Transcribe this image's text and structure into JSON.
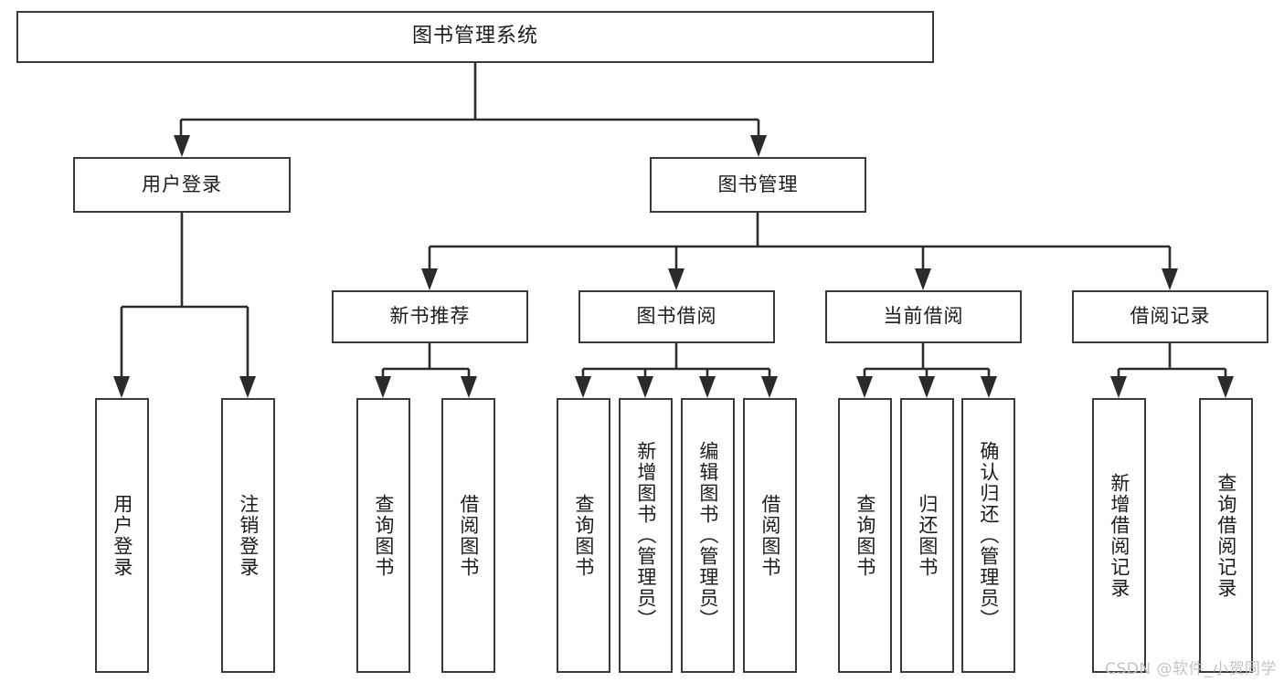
{
  "diagram": {
    "type": "tree-hierarchy",
    "title": "图书管理系统",
    "watermark": "CSDN @软件_小贺同学",
    "colors": {
      "background": "#ffffff",
      "border": "#3a3a3a",
      "text": "#1b1b1b",
      "wire": "#2b2b2b",
      "watermark": "#c3c3c3"
    },
    "nodes": {
      "root": {
        "label": "图书管理系统",
        "level": 1
      },
      "l2": [
        {
          "id": "user-login",
          "label": "用户登录",
          "level": 2
        },
        {
          "id": "book-manage",
          "label": "图书管理",
          "level": 2
        }
      ],
      "l3": [
        {
          "id": "new-book-recommend",
          "label": "新书推荐",
          "level": 3
        },
        {
          "id": "book-borrow",
          "label": "图书借阅",
          "level": 3
        },
        {
          "id": "current-borrow",
          "label": "当前借阅",
          "level": 3
        },
        {
          "id": "borrow-record",
          "label": "借阅记录",
          "level": 3
        }
      ],
      "leaves": {
        "user-login": [
          {
            "id": "leaf-user-login",
            "label": "用户登录"
          },
          {
            "id": "leaf-user-logout",
            "label": "注销登录"
          }
        ],
        "new-book-recommend": [
          {
            "id": "leaf-query-book-1",
            "label": "查询图书"
          },
          {
            "id": "leaf-borrow-book-1",
            "label": "借阅图书"
          }
        ],
        "book-borrow": [
          {
            "id": "leaf-query-book-2",
            "label": "查询图书"
          },
          {
            "id": "leaf-add-book",
            "label": "新增图书（管理员）"
          },
          {
            "id": "leaf-edit-book",
            "label": "编辑图书（管理员）"
          },
          {
            "id": "leaf-borrow-book-2",
            "label": "借阅图书"
          }
        ],
        "current-borrow": [
          {
            "id": "leaf-query-book-3",
            "label": "查询图书"
          },
          {
            "id": "leaf-return-book",
            "label": "归还图书"
          },
          {
            "id": "leaf-confirm-return",
            "label": "确认归还（管理员）"
          }
        ],
        "borrow-record": [
          {
            "id": "leaf-add-record",
            "label": "新增借阅记录"
          },
          {
            "id": "leaf-query-record",
            "label": "查询借阅记录"
          }
        ]
      }
    },
    "edges": [
      {
        "from": "图书管理系统",
        "to": "用户登录"
      },
      {
        "from": "图书管理系统",
        "to": "图书管理"
      },
      {
        "from": "用户登录",
        "to": "用户登录"
      },
      {
        "from": "用户登录",
        "to": "注销登录"
      },
      {
        "from": "图书管理",
        "to": "新书推荐"
      },
      {
        "from": "图书管理",
        "to": "图书借阅"
      },
      {
        "from": "图书管理",
        "to": "当前借阅"
      },
      {
        "from": "图书管理",
        "to": "借阅记录"
      },
      {
        "from": "新书推荐",
        "to": "查询图书"
      },
      {
        "from": "新书推荐",
        "to": "借阅图书"
      },
      {
        "from": "图书借阅",
        "to": "查询图书"
      },
      {
        "from": "图书借阅",
        "to": "新增图书（管理员）"
      },
      {
        "from": "图书借阅",
        "to": "编辑图书（管理员）"
      },
      {
        "from": "图书借阅",
        "to": "借阅图书"
      },
      {
        "from": "当前借阅",
        "to": "查询图书"
      },
      {
        "from": "当前借阅",
        "to": "归还图书"
      },
      {
        "from": "当前借阅",
        "to": "确认归还（管理员）"
      },
      {
        "from": "借阅记录",
        "to": "新增借阅记录"
      },
      {
        "from": "借阅记录",
        "to": "查询借阅记录"
      }
    ]
  }
}
